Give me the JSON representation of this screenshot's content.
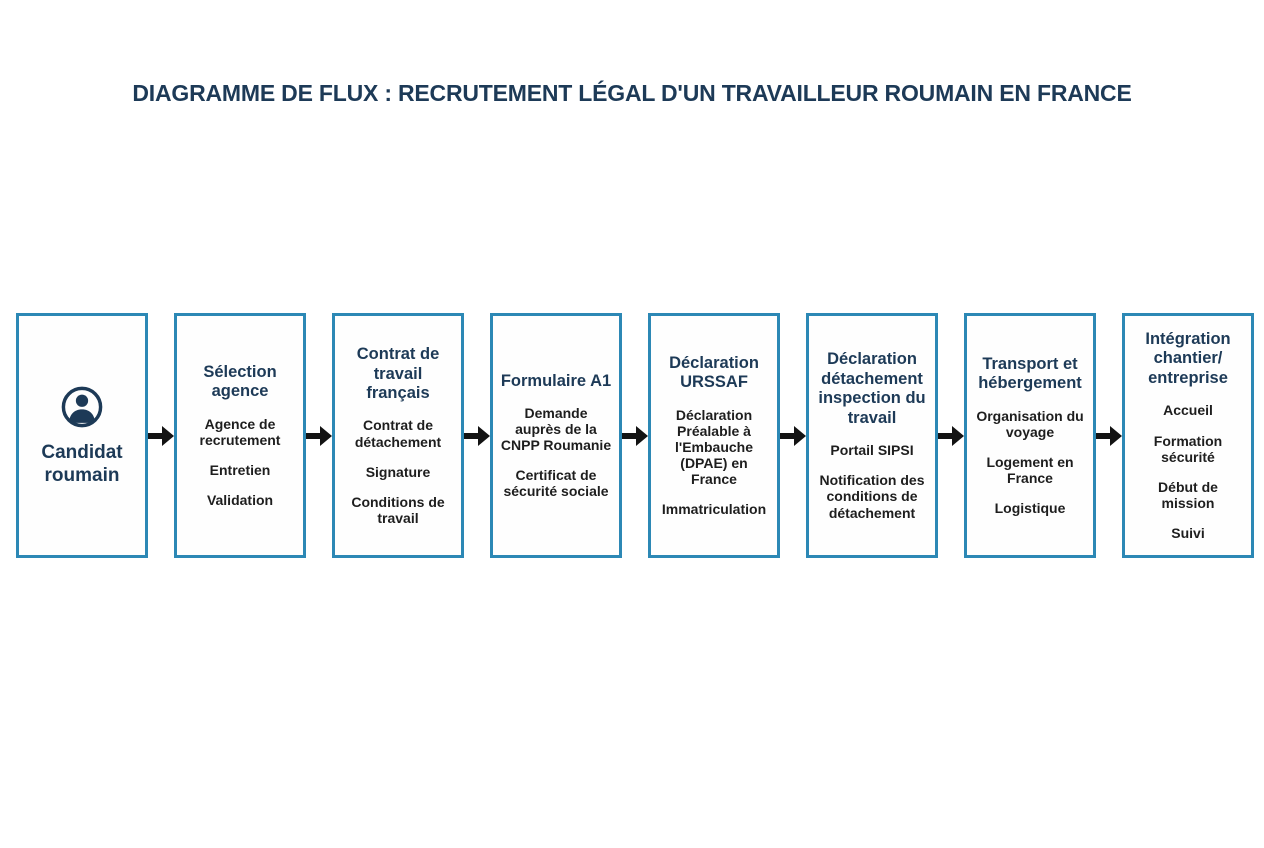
{
  "page": {
    "title": "DIAGRAMME DE FLUX : RECRUTEMENT LÉGAL D'UN TRAVAILLEUR ROUMAIN EN FRANCE"
  },
  "colors": {
    "title_navy": "#1d3a57",
    "box_border_blue": "#2c88b5",
    "body_text": "#1e1e1e",
    "arrow_black": "#131313",
    "background": "#ffffff"
  },
  "flow": {
    "steps": [
      {
        "icon": "person-icon",
        "label": "Candidat roumain",
        "items": []
      },
      {
        "title": "Sélection agence",
        "items": [
          "Agence de recrutement",
          "Entretien",
          "Validation"
        ]
      },
      {
        "title": "Contrat de travail français",
        "items": [
          "Contrat de détachement",
          "Signature",
          "Conditions de travail"
        ]
      },
      {
        "title": "Formulaire A1",
        "items": [
          "Demande auprès de la CNPP Roumanie",
          "Certificat de sécurité sociale"
        ]
      },
      {
        "title": "Déclaration URSSAF",
        "items": [
          "Déclaration Préalable à l'Embauche (DPAE) en France",
          "Immatriculation"
        ]
      },
      {
        "title": "Déclaration détachement inspection du travail",
        "items": [
          "Portail SIPSI",
          "Notification des conditions de détachement"
        ]
      },
      {
        "title": "Transport et hébergement",
        "items": [
          "Organisation du voyage",
          "Logement en France",
          "Logistique"
        ]
      },
      {
        "title": "Intégration chantier/ entreprise",
        "items": [
          "Accueil",
          "Formation sécurité",
          "Début de mission",
          "Suivi"
        ]
      }
    ]
  }
}
